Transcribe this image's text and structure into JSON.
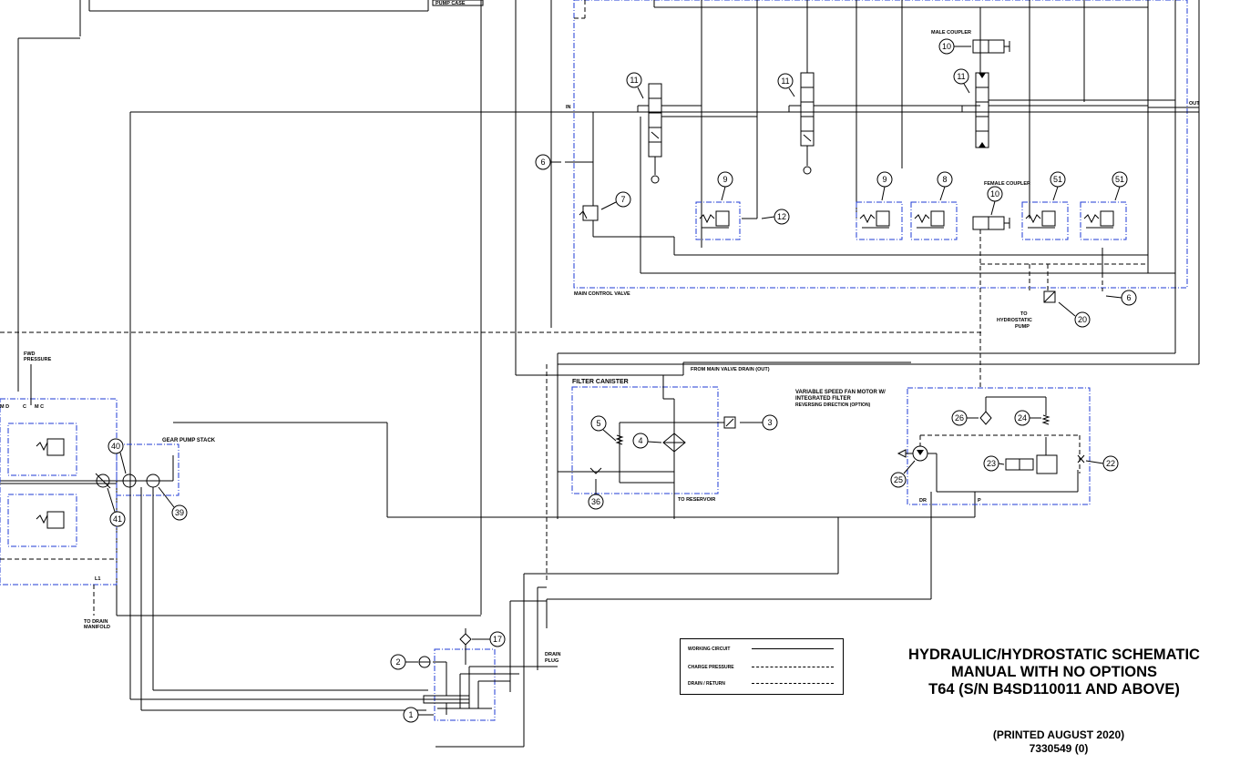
{
  "title": {
    "line1": "HYDRAULIC/HYDROSTATIC SCHEMATIC",
    "line2": "MANUAL WITH NO OPTIONS",
    "line3": "T64 (S/N B4SD110011 AND ABOVE)"
  },
  "print": {
    "date": "(PRINTED AUGUST 2020)",
    "part": "7330549 (0)"
  },
  "legend": {
    "working": "WORKING CIRCUIT",
    "charge": "CHARGE PRESSURE",
    "drain": "DRAIN / RETURN"
  },
  "labels": {
    "pump_case": "PUMP CASE",
    "main_control_valve": "MAIN CONTROL VALVE",
    "in": "IN",
    "out": "OUT",
    "male_coupler": "MALE COUPLER",
    "female_coupler": "FEMALE COUPLER",
    "to_hydrostatic": "TO",
    "to_hydrostatic2": "HYDROSTATIC",
    "to_hydrostatic3": "PUMP",
    "fwd_pressure": "FWD",
    "fwd_pressure2": "PRESSURE",
    "md": "M D",
    "c": "C",
    "mc": "M C",
    "l1": "L1",
    "to_drain": "TO DRAIN",
    "to_drain2": "MANIFOLD",
    "gear_pump_stack": "GEAR PUMP STACK",
    "filter_canister": "FILTER CANISTER",
    "from_main_valve": "FROM MAIN VALVE DRAIN (OUT)",
    "to_reservoir": "TO RESERVOIR",
    "fan_motor1": "VARIABLE SPEED FAN MOTOR W/",
    "fan_motor2": "INTEGRATED FILTER",
    "fan_motor3": "REVERSING DIRECTION (OPTION)",
    "dr": "DR",
    "p": "P",
    "drain_plug1": "DRAIN",
    "drain_plug2": "PLUG"
  },
  "callouts": {
    "c11a": "11",
    "c11b": "11",
    "c11c": "11",
    "c10a": "10",
    "c10b": "10",
    "c6a": "6",
    "c6b": "6",
    "c7": "7",
    "c9a": "9",
    "c9b": "9",
    "c8": "8",
    "c51a": "51",
    "c51b": "51",
    "c12": "12",
    "c20": "20",
    "c3": "3",
    "c4": "4",
    "c5": "5",
    "c36": "36",
    "c26": "26",
    "c24": "24",
    "c23": "23",
    "c22": "22",
    "c25": "25",
    "c40": "40",
    "c41": "41",
    "c39": "39",
    "c17": "17",
    "c2": "2",
    "c1": "1"
  },
  "colors": {
    "line": "#000000",
    "enclosure": "#1f3bd6"
  }
}
